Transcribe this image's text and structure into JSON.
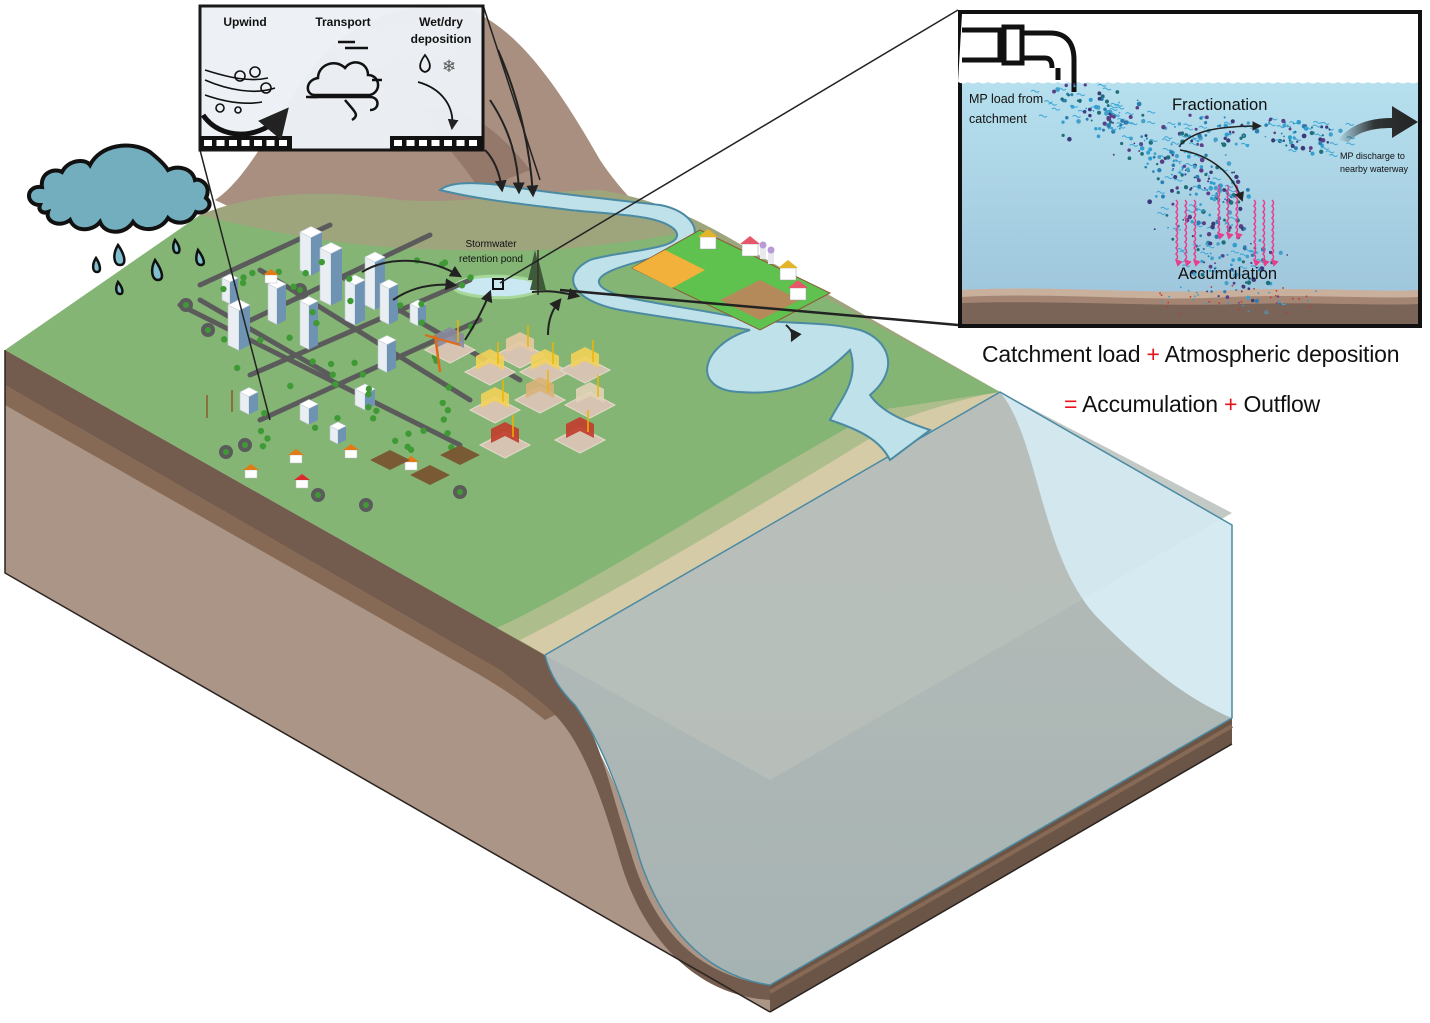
{
  "figure": {
    "type": "conceptual-diagram",
    "subject": "Microplastic (MP) fluxes from an urban catchment through a stormwater retention pond to a waterway"
  },
  "atmospheric_inset": {
    "panels": [
      {
        "label": "Upwind",
        "icon": "wind-swirl-icon"
      },
      {
        "label": "Transport",
        "icon": "cloud-wind-icon"
      },
      {
        "label_line1": "Wet/dry",
        "label_line2": "deposition",
        "icons": [
          "water-drop-icon",
          "snowflake-icon",
          "deposition-arrow-icon"
        ]
      }
    ]
  },
  "landscape": {
    "rain_cloud_icon": "rain-cloud-icon",
    "pond_label_line1": "Stormwater",
    "pond_label_line2": "retention pond",
    "zones": [
      "mountain",
      "city",
      "construction-site",
      "farm",
      "river",
      "lake",
      "beach",
      "sea"
    ]
  },
  "pond_inset": {
    "pipe_icon": "outlet-pipe-icon",
    "source_label_line1": "MP load from",
    "source_label_line2": "catchment",
    "fractionation_label": "Fractionation",
    "accumulation_label": "Accumulation",
    "discharge_label_line1": "MP discharge to",
    "discharge_label_line2": "nearby waterway"
  },
  "mass_balance": {
    "line1": {
      "term1": "Catchment load",
      "op1": "+",
      "term2": "Atmospheric deposition"
    },
    "line2": {
      "op0": "=",
      "term1": "Accumulation",
      "op1": "+",
      "term2": "Outflow"
    }
  },
  "colors": {
    "grass": "#84b575",
    "grass_far": "#9ea57d",
    "soil_top": "#735c4e",
    "soil_mid": "#876a55",
    "soil_body": "#ab9586",
    "mountain": "#a88f80",
    "snow": "#c9c4c4",
    "beach": "#d6cba7",
    "beach_grass": "#adbe8c",
    "river": "#bfe1ea",
    "river_edge": "#4b8aa3",
    "sea_grey": "#b9bfbb",
    "sea_deep": "#a9b5b5",
    "sea_glass": "#d4eaf0",
    "pond_water": "#b3dbe8",
    "pond_water_deep": "#9ec7dd",
    "operator_red": "#e8131b",
    "settling_pink": "#e83e8c"
  }
}
